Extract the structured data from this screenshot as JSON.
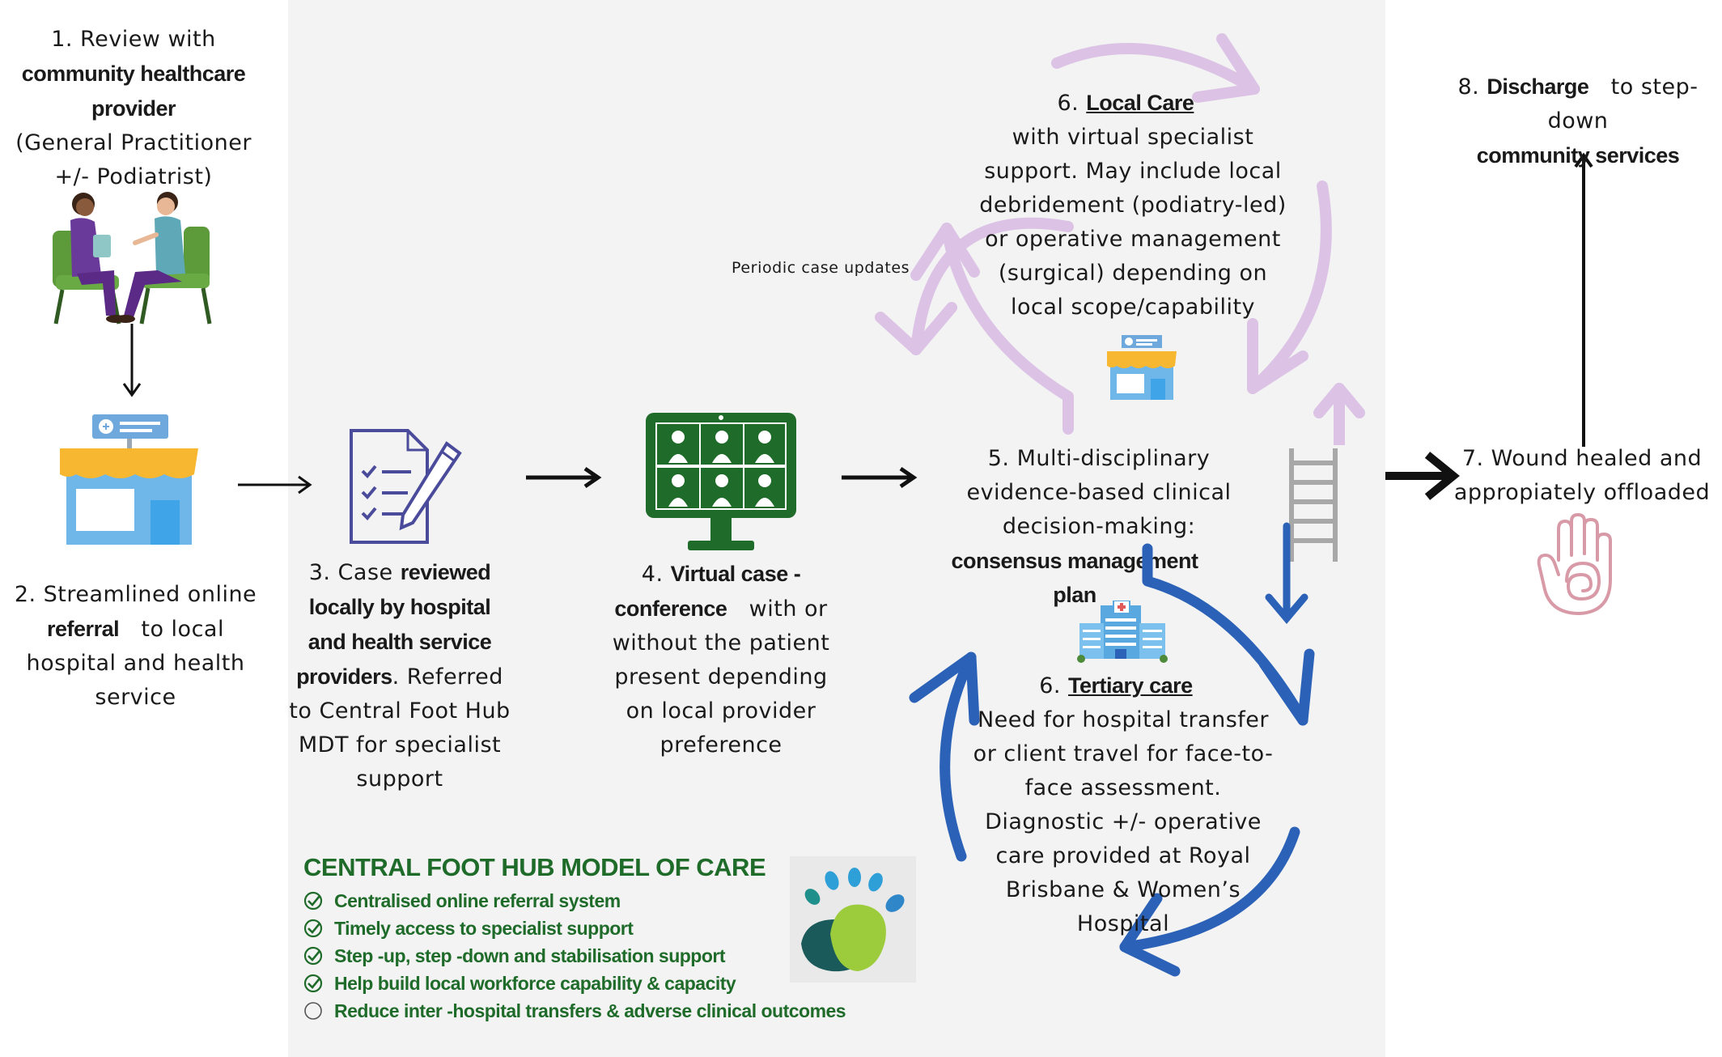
{
  "steps": {
    "s1": {
      "prefix": "1. Review with ",
      "bold": "community healthcare provider",
      "rest": "(General Practitioner +/- Podiatrist)"
    },
    "s2": {
      "prefix": "2. Streamlined online ",
      "bold": "referral",
      "rest": "to local hospital and health service"
    },
    "s3": {
      "prefix": "3. Case ",
      "bold": "reviewed locally by hospital and health service providers",
      "rest": ". Referred to Central Foot Hub MDT for specialist support"
    },
    "s4": {
      "prefix": "4. ",
      "bold": "Virtual case -conference",
      "rest": "with or without the patient present depending on local provider preference"
    },
    "s5": {
      "text": "5. Multi-disciplinary evidence-based clinical decision-making:",
      "bold": "consensus management plan"
    },
    "s6a": {
      "prefix": "6. ",
      "bold": "Local Care",
      "rest": "with virtual specialist support. May include local debridement (podiatry-led) or operative management (surgical) depending on local scope/capability"
    },
    "s6b": {
      "prefix": "6. ",
      "bold": "Tertiary care",
      "rest": "Need for hospital transfer or client travel for face-to-face assessment. Diagnostic +/- operative care provided at Royal Brisbane & Women’s Hospital"
    },
    "s7": {
      "text": "7. Wound healed and appropiately offloaded"
    },
    "s8": {
      "prefix": "8. ",
      "bold": "Discharge",
      "mid": "to step-down",
      "bold2": "community services"
    }
  },
  "periodic_label": "Periodic case updates",
  "hub": {
    "title": "CENTRAL FOOT HUB MODEL OF CARE",
    "items": [
      "Centralised online referral system",
      "Timely access to specialist support",
      "Step -up, step -down and stabilisation support",
      "Help build local workforce capability & capacity",
      "Reduce inter -hospital transfers & adverse clinical outcomes"
    ]
  },
  "colors": {
    "green": "#1f6b2a",
    "blue": "#2b62b8",
    "lilac": "#dcc3e6",
    "pink": "#d99aa8"
  }
}
